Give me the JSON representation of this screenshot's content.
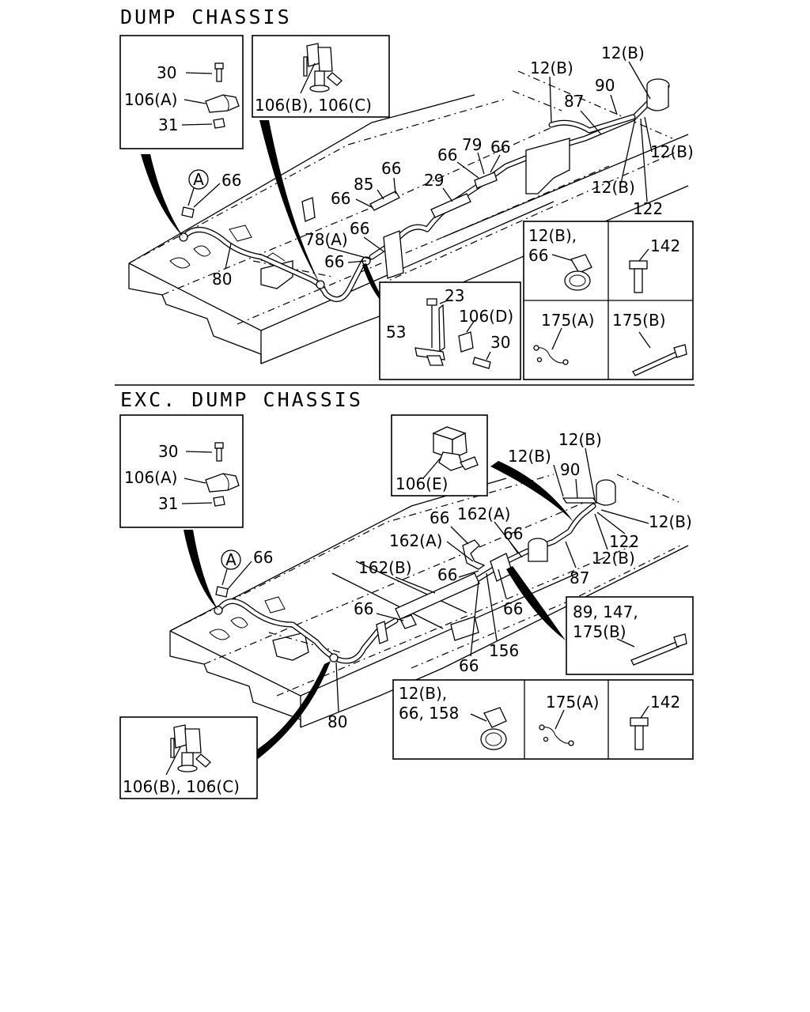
{
  "sections": {
    "top_title": "DUMP CHASSIS",
    "bottom_title": "EXC. DUMP CHASSIS"
  },
  "circle_marker": "A",
  "top": {
    "inset_bracket": {
      "l30": "30",
      "l106a": "106(A)",
      "l31": "31"
    },
    "inset_clip": {
      "label": "106(B), 106(C)"
    },
    "inset_mount": {
      "l53": "53",
      "l23": "23",
      "l106d": "106(D)",
      "l30": "30"
    },
    "grid": {
      "c1": [
        "12(B),",
        "66"
      ],
      "c2": "142",
      "c3": "175(A)",
      "c4": "175(B)"
    },
    "callouts": {
      "a_66": "66",
      "c80": "80",
      "c66_85": "66",
      "c85": "85",
      "c66_top": "66",
      "c78a": "78(A)",
      "c66_mid": "66",
      "c66_low": "66",
      "c29": "29",
      "c66_79": "66",
      "c79": "79",
      "c66_r": "66",
      "c12b_1": "12(B)",
      "c87": "87",
      "c90": "90",
      "c12b_2": "12(B)",
      "c12b_3": "12(B)",
      "c12b_4": "12(B)",
      "c122": "122"
    }
  },
  "bottom": {
    "inset_bracket": {
      "l30": "30",
      "l106a": "106(A)",
      "l31": "31"
    },
    "inset_106e": {
      "label": "106(E)"
    },
    "inset_clip": {
      "label": "106(B), 106(C)"
    },
    "inset_tie": {
      "lines": [
        "89, 147,",
        "175(B)"
      ]
    },
    "grid": {
      "c1": [
        "12(B),",
        "66, 158"
      ],
      "c2": "175(A)",
      "c3": "142"
    },
    "callouts": {
      "a_66": "66",
      "c66_a": "66",
      "c162a_1": "162(A)",
      "c162a_2": "162(A)",
      "c66_b": "66",
      "c162b": "162(B)",
      "c66_c": "66",
      "c66_d": "66",
      "c66_e": "66",
      "c66_f": "66",
      "c156": "156",
      "c80": "80",
      "c12b_1": "12(B)",
      "c90": "90",
      "c12b_2": "12(B)",
      "c12b_3": "12(B)",
      "c12b_4": "12(B)",
      "c122": "122",
      "c87": "87"
    }
  }
}
